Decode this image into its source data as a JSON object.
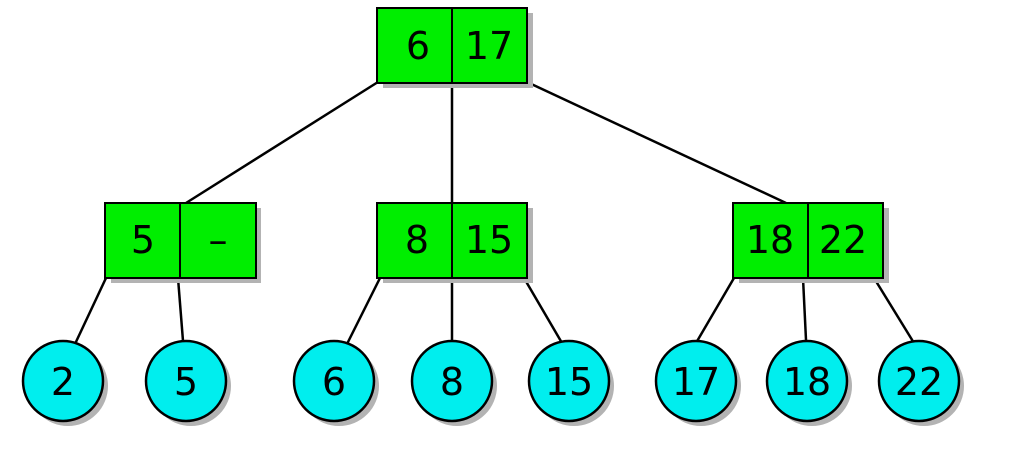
{
  "colors": {
    "internal_fill": "#00ee00",
    "leaf_fill": "#00eeee",
    "stroke": "#000000",
    "shadow": "#b3b3b3"
  },
  "tree": {
    "root": {
      "keys": [
        "6",
        "17"
      ]
    },
    "internal": [
      {
        "keys": [
          "5",
          "–"
        ]
      },
      {
        "keys": [
          "8",
          "15"
        ]
      },
      {
        "keys": [
          "18",
          "22"
        ]
      }
    ],
    "leaves": [
      "2",
      "5",
      "6",
      "8",
      "15",
      "17",
      "18",
      "22"
    ]
  }
}
